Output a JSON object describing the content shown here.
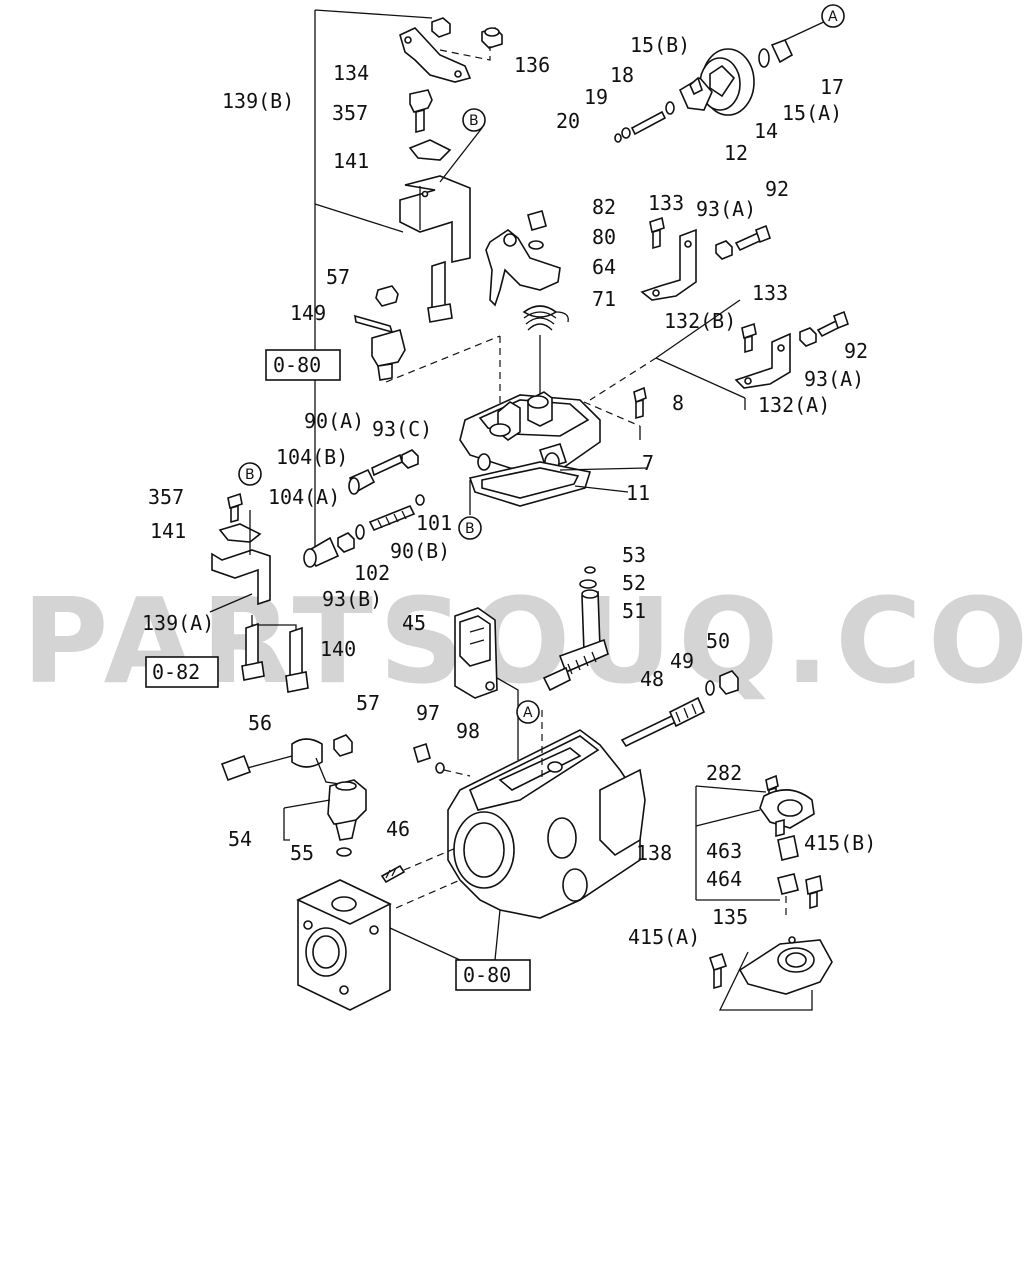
{
  "watermark": "PARTSOUQ.COM",
  "callouts": {
    "A": "A",
    "B": "B"
  },
  "reference_boxes": [
    "0-80",
    "0-82",
    "0-80"
  ],
  "labels": [
    "139(B)",
    "134",
    "136",
    "357",
    "141",
    "57",
    "149",
    "15(B)",
    "18",
    "19",
    "20",
    "12",
    "14",
    "15(A)",
    "17",
    "82",
    "80",
    "64",
    "71",
    "133",
    "93(A)",
    "92",
    "132(B)",
    "133",
    "92",
    "93(A)",
    "132(A)",
    "8",
    "90(A)",
    "93(C)",
    "104(B)",
    "7",
    "11",
    "357",
    "141",
    "104(A)",
    "101",
    "90(B)",
    "102",
    "93(B)",
    "139(A)",
    "140",
    "53",
    "52",
    "51",
    "45",
    "50",
    "49",
    "48",
    "57",
    "56",
    "97",
    "98",
    "54",
    "55",
    "46",
    "282",
    "138",
    "463",
    "415(B)",
    "464",
    "135",
    "415(A)"
  ]
}
